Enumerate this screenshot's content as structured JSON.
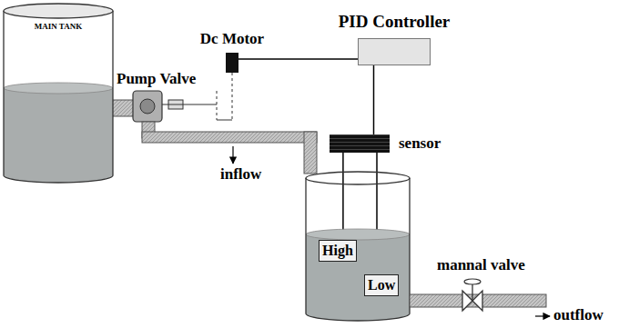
{
  "diagram": {
    "nodes": [
      {
        "text": [
          "MAIN TANK"
        ]
      },
      {
        "text": [
          "Dc Motor"
        ]
      },
      {
        "text": [
          "PID Controller"
        ]
      },
      {
        "text": [
          "sensor"
        ]
      },
      {
        "text": [
          "High"
        ]
      },
      {
        "text": [
          "Low"
        ]
      }
    ],
    "edges": [
      {
        "from": 1,
        "to": 2,
        "arrow": "none"
      },
      {
        "from": 2,
        "to": 3,
        "arrow": "none"
      },
      {
        "from": 3,
        "to": 4,
        "arrow": "none"
      },
      {
        "from": 3,
        "to": 5,
        "arrow": "none"
      }
    ],
    "labels": [
      "Pump Valve",
      "inflow",
      "mannal valve",
      "outflow"
    ]
  }
}
